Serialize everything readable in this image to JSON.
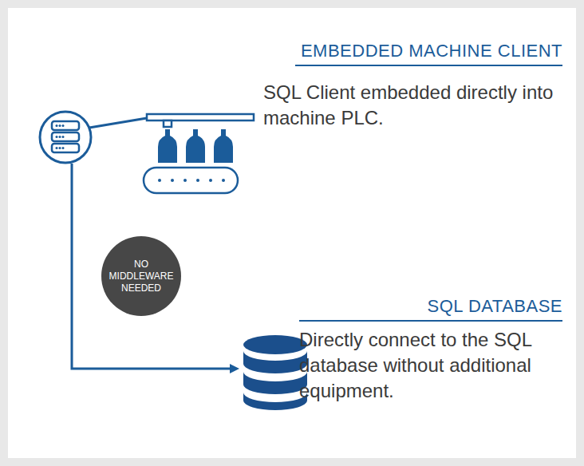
{
  "diagram": {
    "nodes": [
      {
        "text": [
          "EMBEDDED MACHINE CLIENT",
          "SQL Client embedded directly into machine PLC."
        ]
      },
      {
        "text": [
          "NO MIDDLEWARE NEEDED"
        ]
      },
      {
        "text": [
          "SQL DATABASE",
          "Directly connect to the SQL database without additional equipment."
        ]
      }
    ],
    "edges": [
      {
        "from": 0,
        "to": 2,
        "arrow": "to"
      }
    ]
  }
}
